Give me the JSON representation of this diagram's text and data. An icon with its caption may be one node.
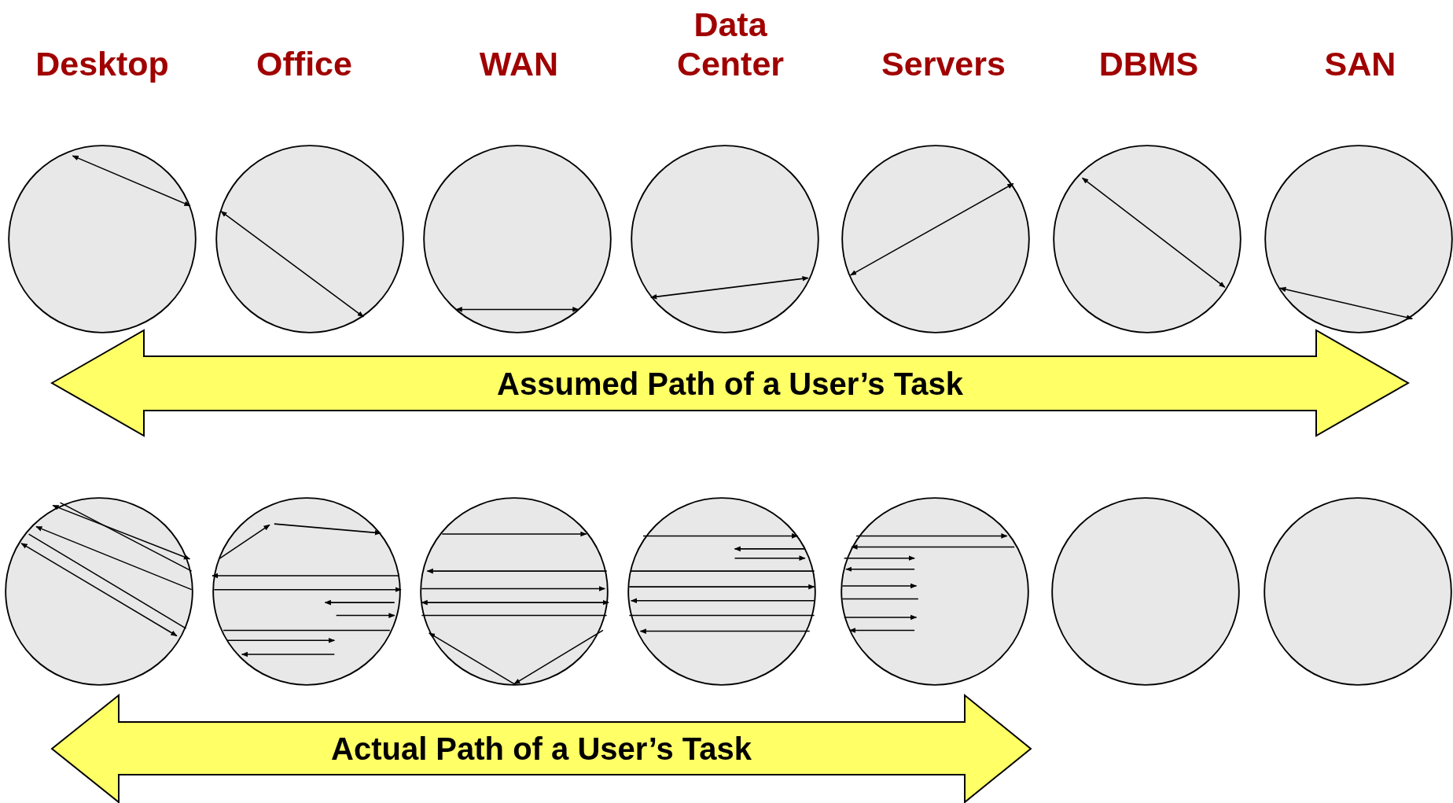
{
  "diagram": {
    "nodes": [
      {
        "text": [],
        "shape": "circle"
      },
      {
        "text": [],
        "shape": "circle"
      },
      {
        "text": [],
        "shape": "circle"
      },
      {
        "text": [],
        "shape": "circle"
      },
      {
        "text": [],
        "shape": "circle"
      },
      {
        "text": [],
        "shape": "circle"
      },
      {
        "text": [],
        "shape": "circle"
      },
      {
        "text": [
          "Assumed Path of a User’s Task"
        ]
      },
      {
        "text": [],
        "shape": "circle"
      },
      {
        "text": [],
        "shape": "circle"
      },
      {
        "text": [],
        "shape": "circle"
      },
      {
        "text": [],
        "shape": "circle"
      },
      {
        "text": [],
        "shape": "circle"
      },
      {
        "text": [],
        "shape": "circle"
      },
      {
        "text": [],
        "shape": "circle"
      },
      {
        "text": [
          "Actual Path of a User’s Task"
        ]
      }
    ],
    "labels": [
      "Desktop",
      "Office",
      "WAN",
      "Data Center",
      "Servers",
      "DBMS",
      "SAN"
    ]
  }
}
